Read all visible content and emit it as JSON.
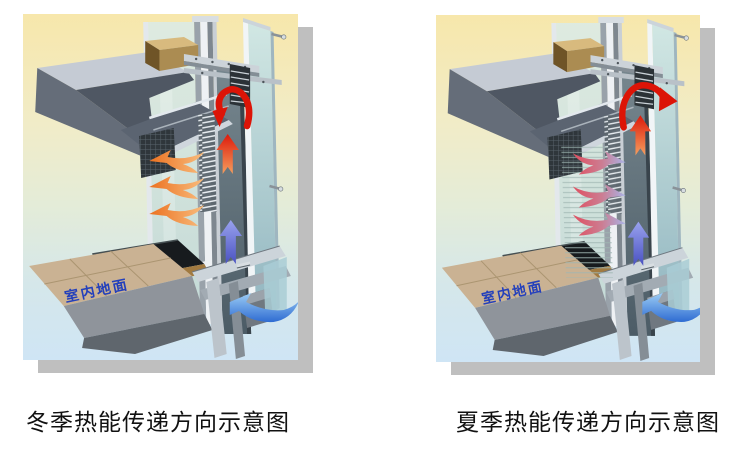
{
  "figures": {
    "winter": {
      "caption": "冬季热能传递方向示意图",
      "floor_label": "室内地面"
    },
    "summer": {
      "caption": "夏季热能传递方向示意图",
      "floor_label": "室内地面"
    }
  },
  "colors": {
    "page_background": "#ffffff",
    "figure_shadow": "#bfbfbf",
    "sky_top": "#f7e7ab",
    "sky_bottom": "#cfe5f5",
    "hot_arrow_red": "#dc1407",
    "warm_arrow_orange": "#ef7f31",
    "cool_arrow_indigo": "#4f58c6",
    "intake_arrow_blue": "#2f6cd2",
    "floor_label_blue": "#2440bb",
    "floor_tile_beige": "#cab293",
    "caption_text": "#111111"
  }
}
